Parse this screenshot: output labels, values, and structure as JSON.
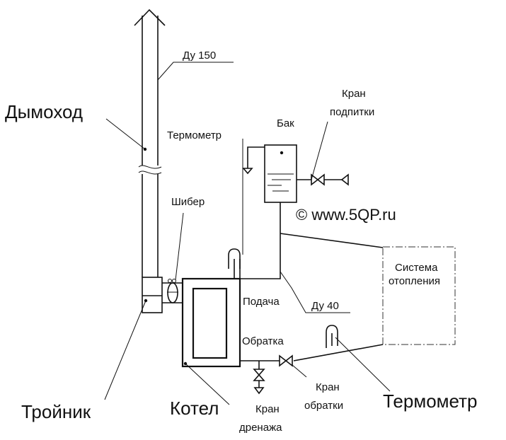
{
  "labels": {
    "chimney": "Дымоход",
    "chimney_size": "Ду 150",
    "thermometer_top": "Термометр",
    "tank": "Бак",
    "makeup_valve_line1": "Кран",
    "makeup_valve_line2": "подпитки",
    "damper": "Шибер",
    "copyright": "© www.5QP.ru",
    "heating_system_line1": "Система",
    "heating_system_line2": "отопления",
    "supply": "Подача",
    "supply_size": "Ду 40",
    "return": "Обратка",
    "return_valve_line1": "Кран",
    "return_valve_line2": "обратки",
    "thermometer_bottom": "Термометр",
    "tee": "Тройник",
    "boiler": "Котел",
    "drain_valve_line1": "Кран",
    "drain_valve_line2": "дренажа"
  }
}
